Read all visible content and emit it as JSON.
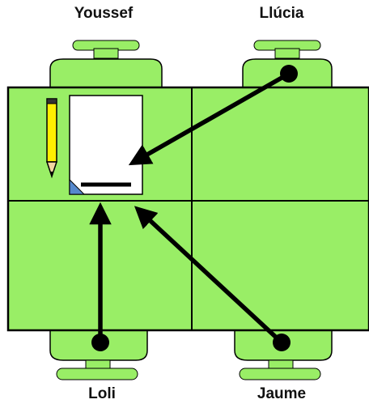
{
  "people": {
    "top_left": "Youssef",
    "top_right": "Llúcia",
    "bottom_left": "Loli",
    "bottom_right": "Jaume"
  },
  "colors": {
    "table_fill": "#99ee66",
    "chair_fill": "#99ee66",
    "outline": "#000000",
    "pencil_body": "#ffee00",
    "paper_fill": "#ffffff",
    "paper_corner": "#5588cc",
    "arrow": "#000000"
  },
  "icons": [
    "pencil-icon",
    "paper-sheet-icon"
  ],
  "arrows": [
    {
      "from": "Llúcia",
      "to": "paper-sheet"
    },
    {
      "from": "Loli",
      "to": "paper-sheet"
    },
    {
      "from": "Jaume",
      "to": "paper-sheet"
    }
  ]
}
